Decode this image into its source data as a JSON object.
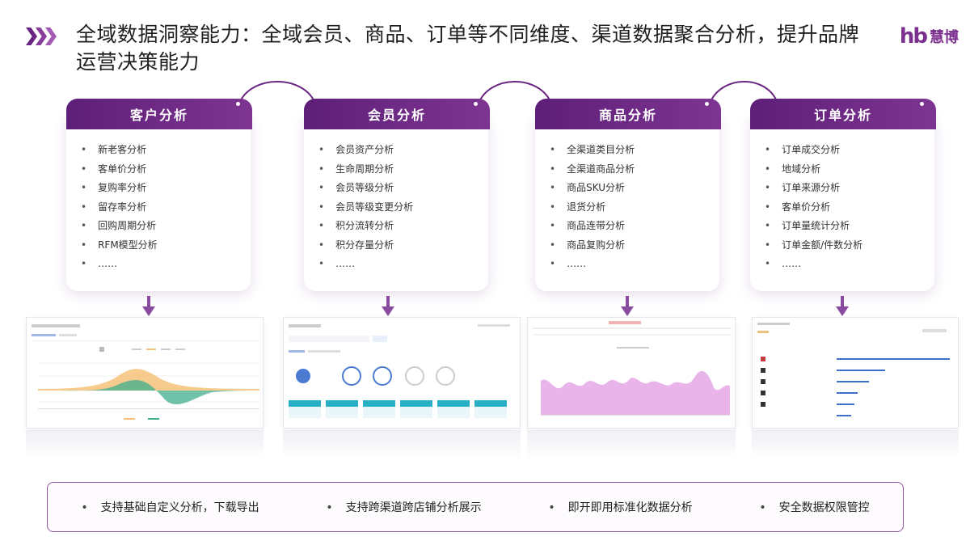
{
  "title": "全域数据洞察能力：全域会员、商品、订单等不同维度、渠道数据聚合分析，提升品牌运营决策能力",
  "logo": {
    "mark": "hb",
    "name": "慧博"
  },
  "cards": [
    {
      "heading": "客户分析",
      "items": [
        "新老客分析",
        "客单价分析",
        "复购率分析",
        "留存率分析",
        "回购周期分析",
        "RFM模型分析",
        "……"
      ]
    },
    {
      "heading": "会员分析",
      "items": [
        "会员资产分析",
        "生命周期分析",
        "会员等级分析",
        "会员等级变更分析",
        "积分流转分析",
        "积分存量分析",
        "……"
      ]
    },
    {
      "heading": "商品分析",
      "items": [
        "全渠道类目分析",
        "全渠道商品分析",
        "商品SKU分析",
        "退货分析",
        "商品连带分析",
        "商品复购分析",
        "……"
      ]
    },
    {
      "heading": "订单分析",
      "items": [
        "订单成交分析",
        "地域分析",
        "订单来源分析",
        "客单价分析",
        "订单量统计分析",
        "订单金额/件数分析",
        "……"
      ]
    }
  ],
  "bottom_features": [
    "支持基础自定义分析，下载导出",
    "支持跨渠道跨店铺分析展示",
    "即开即用标准化数据分析",
    "安全数据权限管控"
  ],
  "colors": {
    "brand": "#7b2f8e",
    "header_gradient_start": "#5e1f78",
    "header_gradient_end": "#7e3592",
    "chart_orange": "#f6c27a",
    "chart_green": "#3fae8c",
    "chart_pink": "#e4a7e6",
    "chart_teal": "#2ab0c6",
    "chart_blue": "#4a7bd1"
  }
}
